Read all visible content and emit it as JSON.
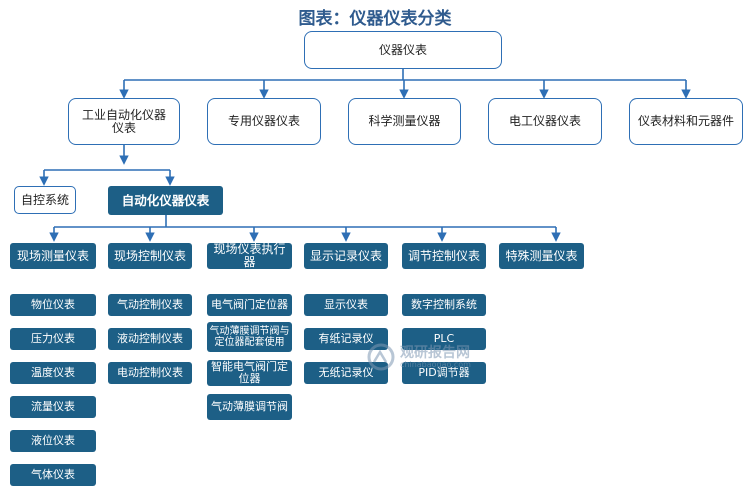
{
  "title": "图表：仪器仪表分类",
  "root": "仪器仪表",
  "level1": [
    "工业自动化仪器仪表",
    "专用仪器仪表",
    "科学测量仪器",
    "电工仪器仪表",
    "仪表材料和元器件"
  ],
  "level2": [
    "自控系统",
    "自动化仪器仪表"
  ],
  "level3": [
    "现场测量仪表",
    "现场控制仪表",
    "现场仪表执行器",
    "显示记录仪表",
    "调节控制仪表",
    "特殊测量仪表"
  ],
  "leaves": {
    "measure": [
      "物位仪表",
      "压力仪表",
      "温度仪表",
      "流量仪表",
      "液位仪表",
      "气体仪表"
    ],
    "control": [
      "气动控制仪表",
      "液动控制仪表",
      "电动控制仪表"
    ],
    "actuator": [
      "电气阀门定位器",
      "气动薄膜调节阀与定位器配套使用",
      "智能电气阀门定位器",
      "气动薄膜调节阀"
    ],
    "display": [
      "显示仪表",
      "有纸记录仪",
      "无纸记录仪"
    ],
    "regulate": [
      "数字控制系统",
      "PLC",
      "PID调节器"
    ]
  },
  "watermark": {
    "text": "观研报告网",
    "sub": "chinabaogao.com"
  },
  "colors": {
    "line": "#2e6fb5",
    "fill": "#1d5f86",
    "title": "#2f5b8e"
  }
}
